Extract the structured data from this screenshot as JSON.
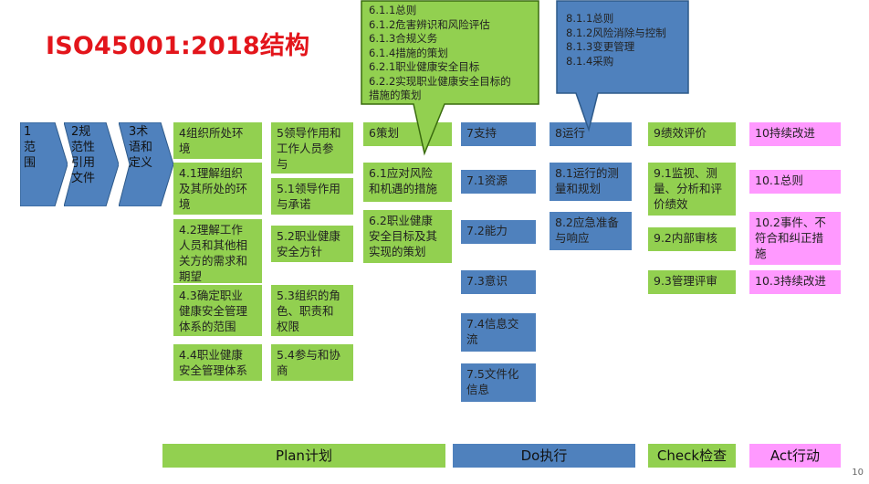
{
  "title": "ISO45001:2018结构",
  "clauses_1_3": [
    {
      "label": "1\n范\n围"
    },
    {
      "label": "2规\n范性\n引用\n文件"
    },
    {
      "label": "3术\n语和\n定义"
    }
  ],
  "plan_col4": [
    "4组织所处环\n境",
    "4.1理解组织\n及其所处的环\n境",
    "4.2理解工作\n人员和其他相\n关方的需求和\n期望",
    "4.3确定职业\n健康安全管理\n体系的范围",
    "4.4职业健康\n安全管理体系"
  ],
  "plan_col5": [
    "5领导作用和\n工作人员参\n与",
    "5.1领导作用\n与承诺",
    "5.2职业健康\n安全方针",
    "5.3组织的角\n色、职责和\n权限",
    "5.4参与和协\n商"
  ],
  "plan_col6": [
    "6策划",
    "6.1应对风险\n和机遇的措施",
    "6.2职业健康\n安全目标及其\n实现的策划"
  ],
  "callout_6": "6.1.1总则\n6.1.2危害辨识和风险评估\n6.1.3合规义务\n6.1.4措施的策划\n6.2.1职业健康安全目标\n6.2.2实现职业健康安全目标的\n措施的策划",
  "do_col7": [
    "7支持",
    "7.1资源",
    "7.2能力",
    "7.3意识",
    "7.4信息交\n流",
    "7.5文件化\n信息"
  ],
  "do_col8": [
    "8运行",
    "8.1运行的测\n量和规划",
    "8.2应急准备\n与响应"
  ],
  "callout_8": "8.1.1总则\n8.1.2风险消除与控制\n8.1.3变更管理\n8.1.4采购",
  "check_col9": [
    "9绩效评价",
    "9.1监视、测\n量、分析和评\n价绩效",
    "9.2内部审核",
    "9.3管理评审"
  ],
  "act_col10": [
    "10持续改进",
    "10.1总则",
    "10.2事件、不\n符合和纠正措\n施",
    "10.3持续改进"
  ],
  "footer": {
    "plan": "Plan计划",
    "do": "Do执行",
    "check": "Check检查",
    "act": "Act行动"
  },
  "page_number": "10",
  "colors": {
    "title": "#e3151b",
    "plan_green": "#92d050",
    "do_blue": "#4f81bd",
    "act_pink": "#ff99ff",
    "callout_border": "#3a6b0f"
  }
}
